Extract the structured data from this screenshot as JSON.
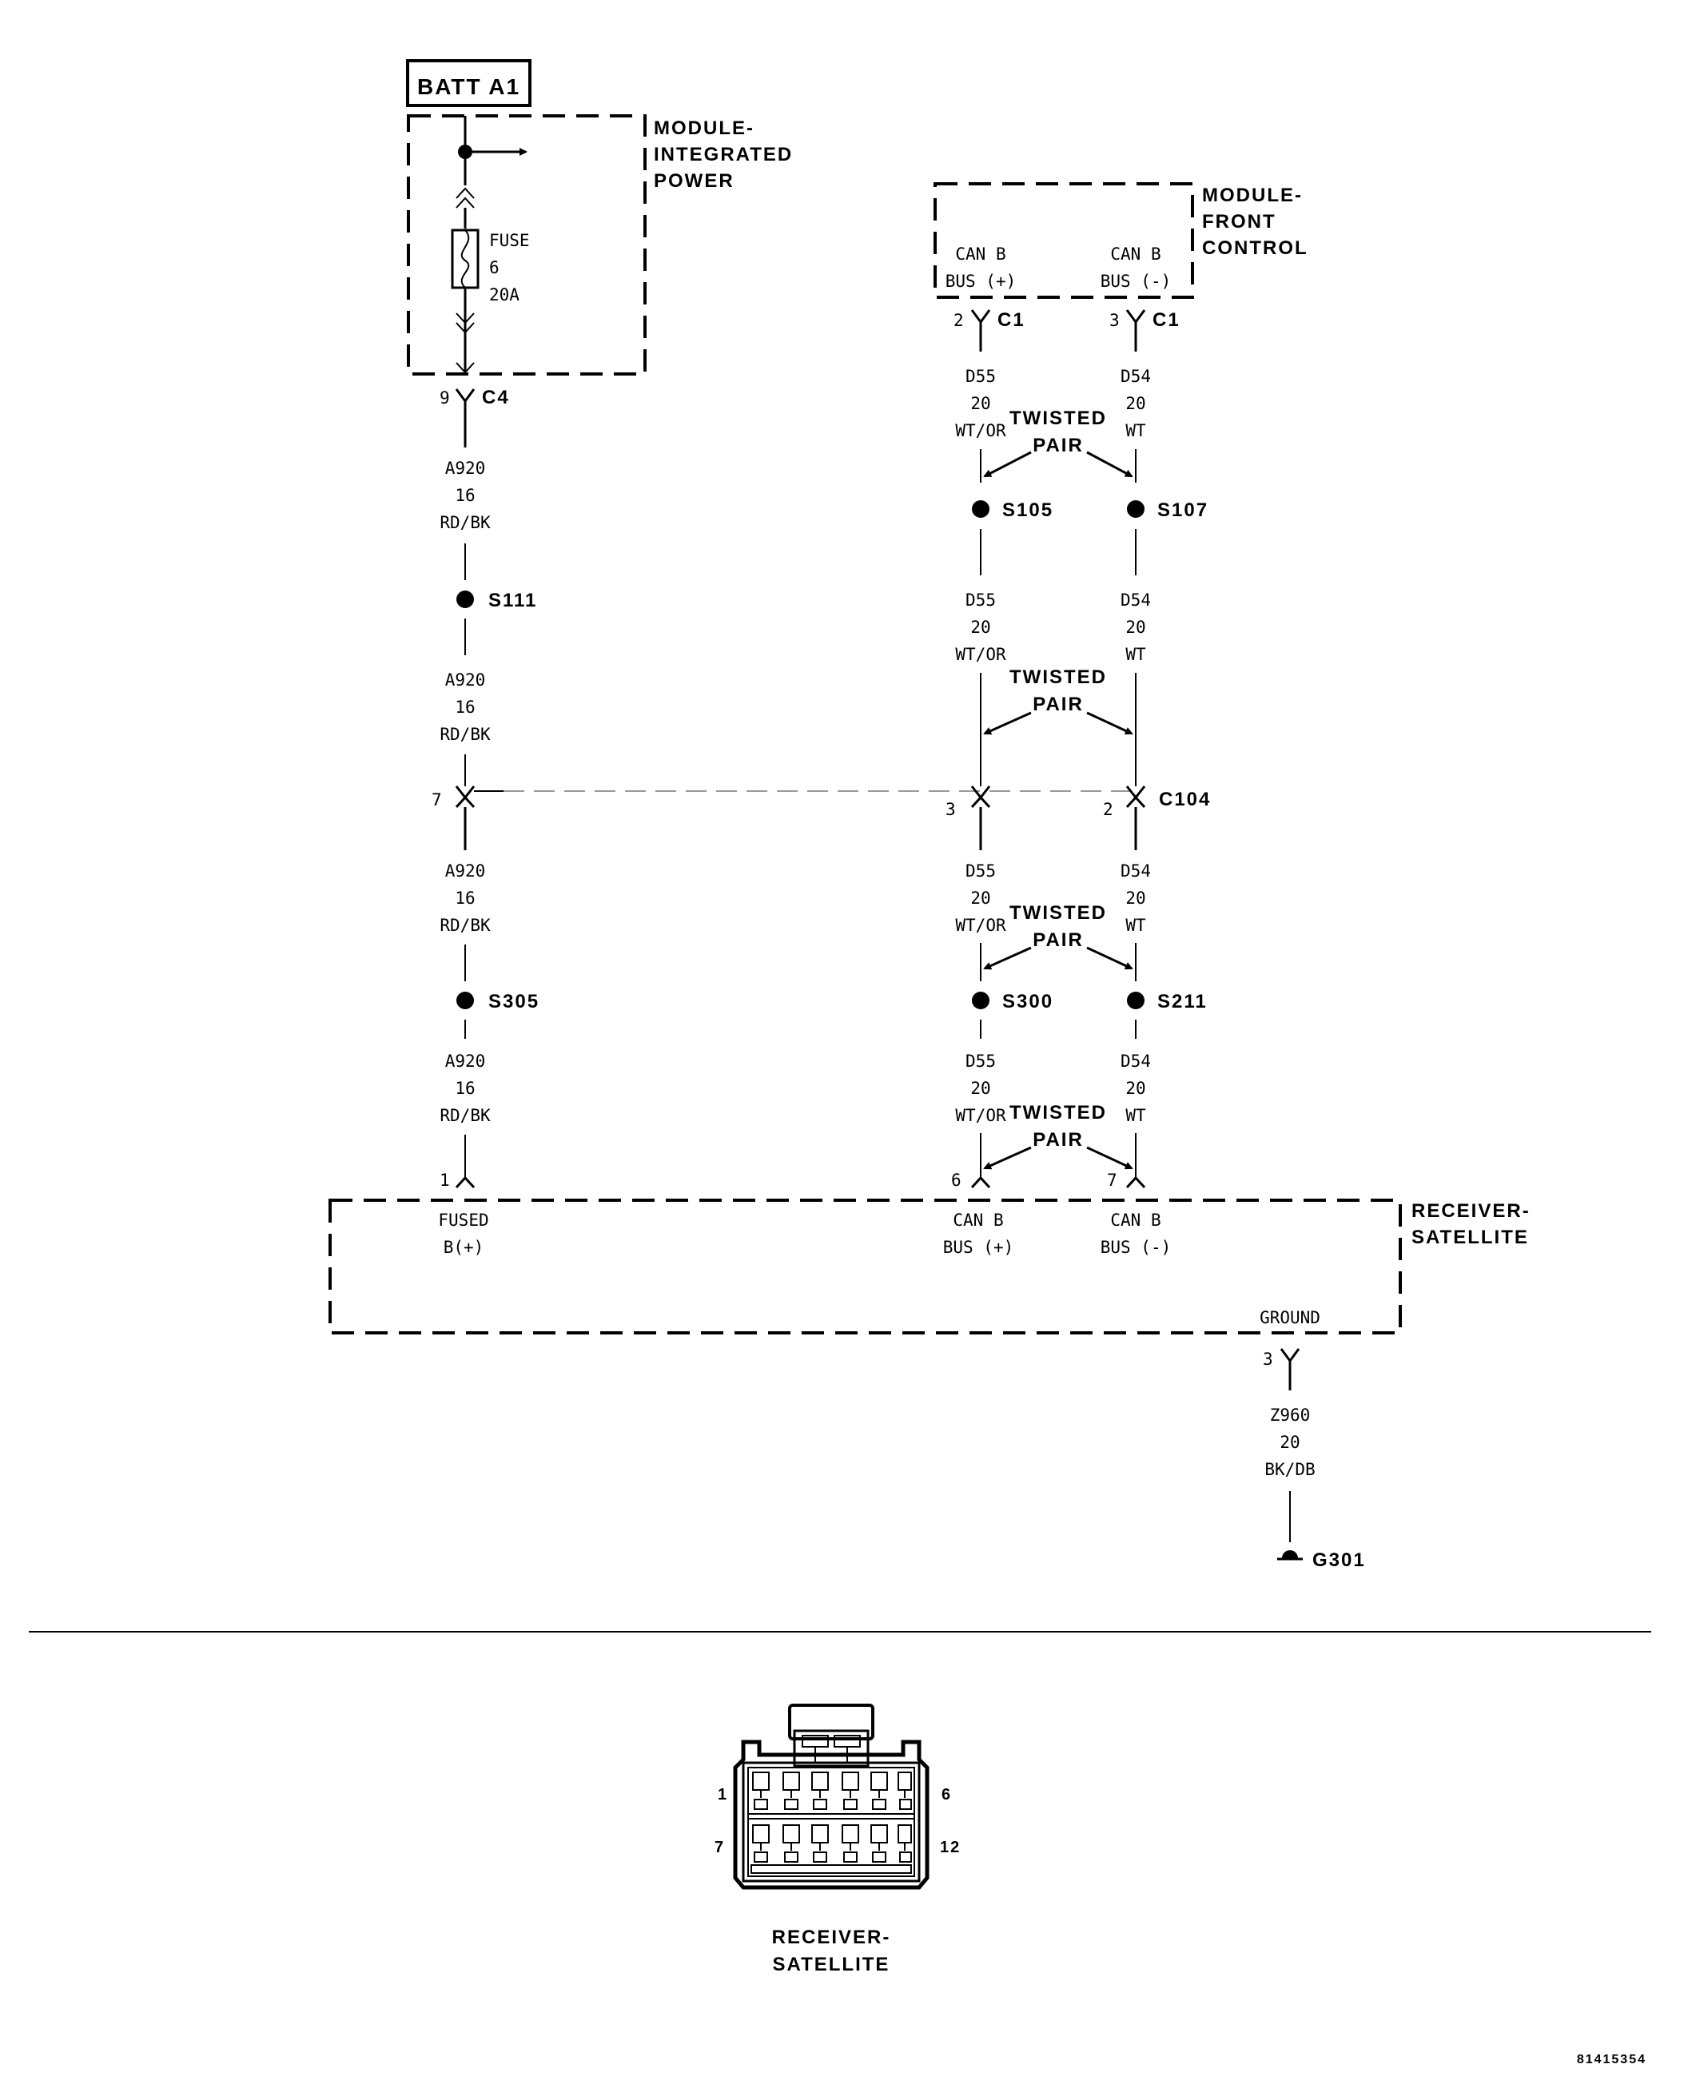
{
  "batt": "BATT A1",
  "modules": {
    "ipm": [
      "MODULE-",
      "INTEGRATED",
      "POWER"
    ],
    "fcm": [
      "MODULE-",
      "FRONT",
      "CONTROL"
    ],
    "rsat": [
      "RECEIVER-",
      "SATELLITE"
    ]
  },
  "fuse": [
    "FUSE",
    "6",
    "20A"
  ],
  "fcm_pins": {
    "left": [
      "CAN B",
      "BUS (+)"
    ],
    "right": [
      "CAN B",
      "BUS (-)"
    ]
  },
  "connectors": {
    "c1": "C1",
    "c4": "C4",
    "c104": "C104"
  },
  "pin_numbers": {
    "c1_left": "2",
    "c1_right": "3",
    "c4": "9",
    "c104_left": "7",
    "c104_mid": "3",
    "c104_right": "2",
    "rs_fused": "1",
    "rs_canp": "6",
    "rs_canm": "7",
    "rs_ground": "3"
  },
  "wires": {
    "a920": [
      "A920",
      "16",
      "RD/BK"
    ],
    "d55": [
      "D55",
      "20",
      "WT/OR"
    ],
    "d54": [
      "D54",
      "20",
      "WT"
    ],
    "z960": [
      "Z960",
      "20",
      "BK/DB"
    ]
  },
  "twisted_pair": [
    "TWISTED",
    "PAIR"
  ],
  "splices": {
    "s111": "S111",
    "s105": "S105",
    "s107": "S107",
    "s305": "S305",
    "s300": "S300",
    "s211": "S211"
  },
  "receiver_pins": {
    "fused": [
      "FUSED",
      "B(+)"
    ],
    "canp": [
      "CAN B",
      "BUS (+)"
    ],
    "canm": [
      "CAN B",
      "BUS (-)"
    ],
    "ground": "GROUND"
  },
  "ground_point": "G301",
  "connector_view": {
    "pin_labels": [
      "1",
      "6",
      "7",
      "12"
    ],
    "title": [
      "RECEIVER-",
      "SATELLITE"
    ]
  },
  "figure_id": "81415354"
}
